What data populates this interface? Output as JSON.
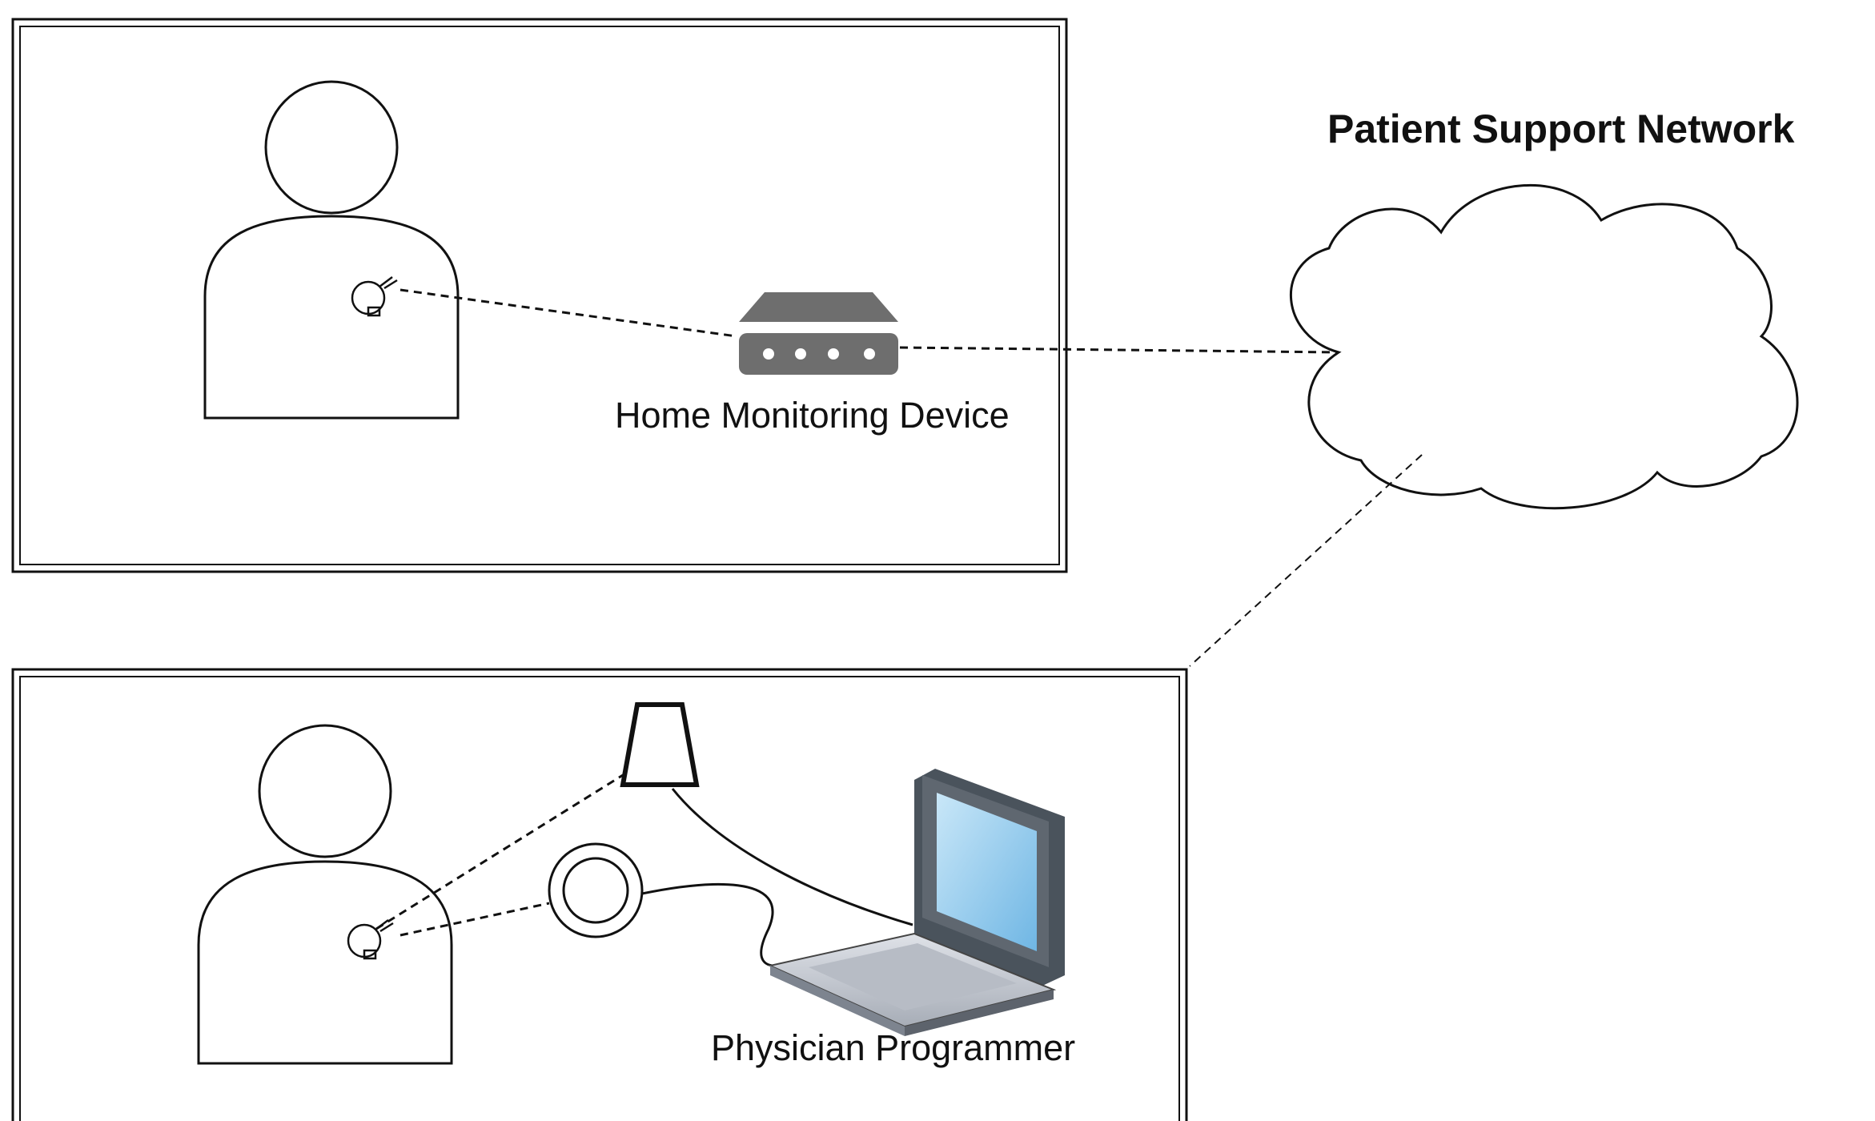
{
  "network": {
    "title": "Patient Support Network"
  },
  "home_setting": {
    "device_label": "Home Monitoring Device"
  },
  "clinic_setting": {
    "programmer_label": "Physician Programmer"
  },
  "colors": {
    "stroke": "#111111",
    "device_gray": "#6e6e6e",
    "laptop_screen": "#8fcbee",
    "laptop_frame": "#5f6770",
    "laptop_body": "#c8ccd3"
  }
}
